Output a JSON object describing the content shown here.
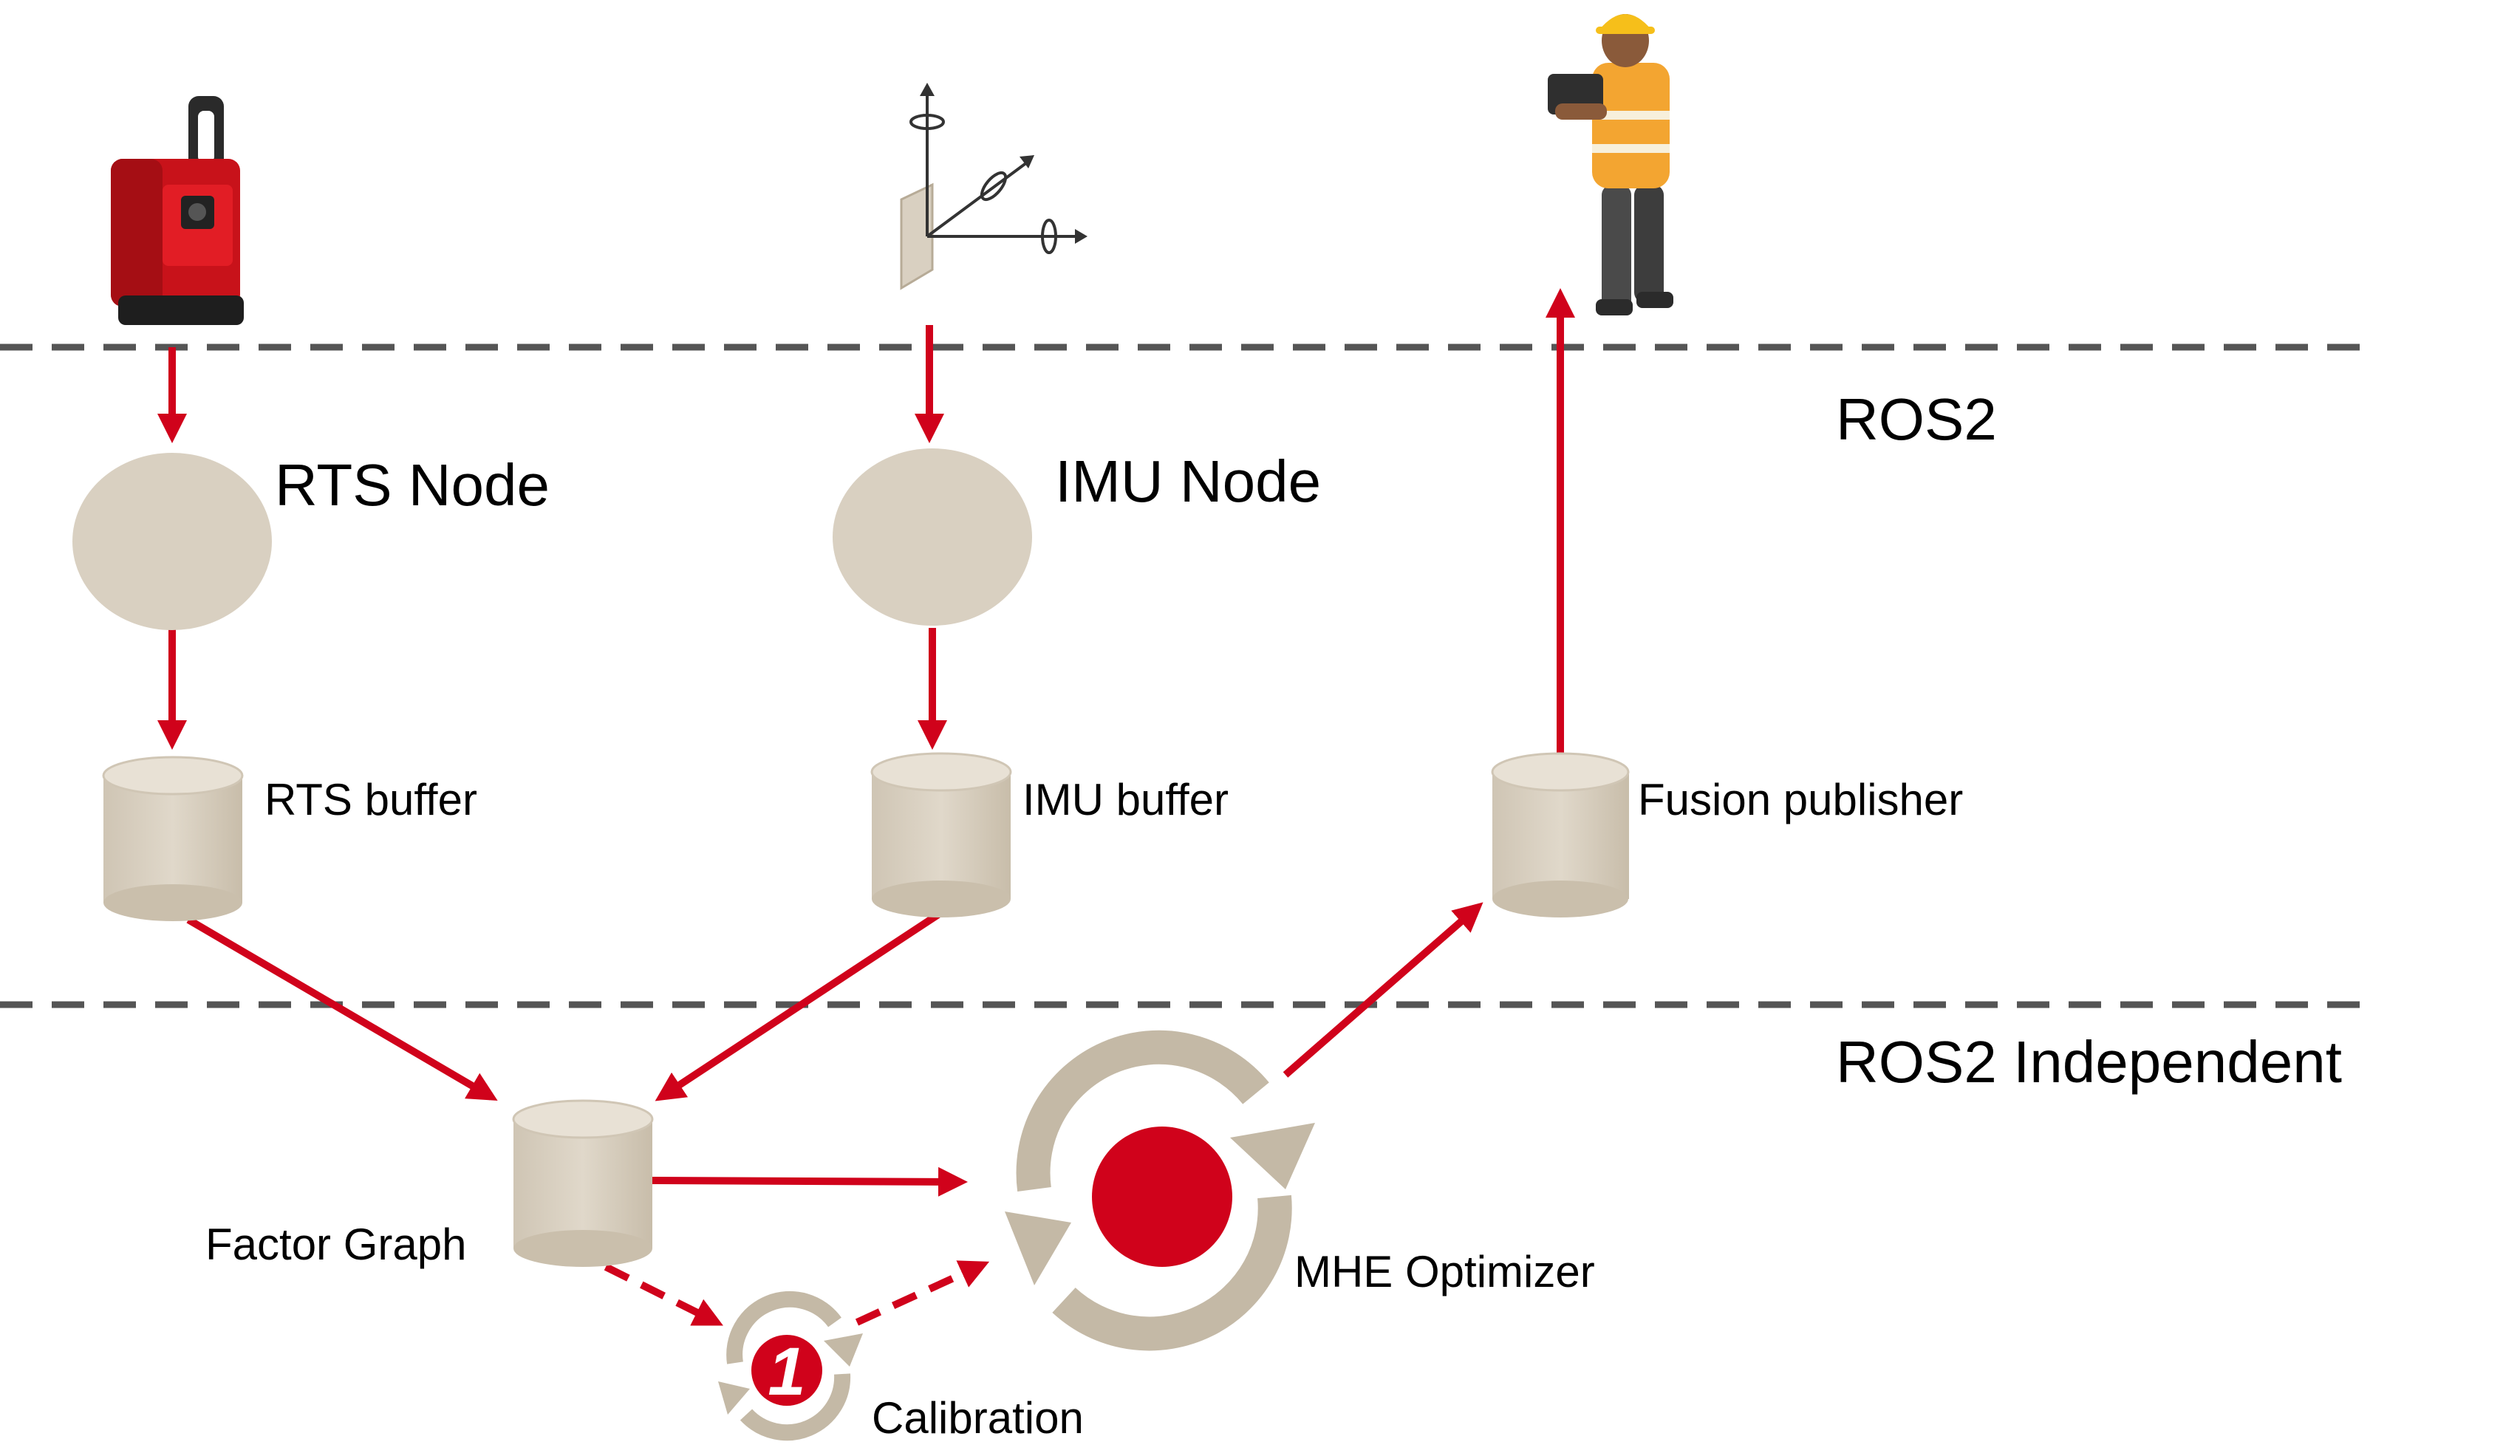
{
  "colors": {
    "arrow": "#d0021b",
    "node_fill": "#d9d0c1",
    "node_dark": "#c9bfae",
    "divider": "#555555",
    "device_red": "#d4141c",
    "text": "#000000"
  },
  "zones": {
    "ros2": "ROS2",
    "ros2_independent": "ROS2 Independent"
  },
  "nodes": {
    "rts_node": "RTS Node",
    "imu_node": "IMU Node"
  },
  "buffers": {
    "rts_buffer": "RTS buffer",
    "imu_buffer": "IMU buffer",
    "fusion_publisher": "Fusion publisher"
  },
  "processing": {
    "factor_graph": "Factor Graph",
    "mhe_optimizer": "MHE Optimizer",
    "calibration": "Calibration",
    "calibration_badge": "1"
  },
  "icons": {
    "rts_device": "total-station-icon",
    "imu_sensor": "imu-axes-icon",
    "worker": "construction-worker-icon",
    "mhe": "cycle-icon",
    "calibration": "cycle-one-icon"
  }
}
